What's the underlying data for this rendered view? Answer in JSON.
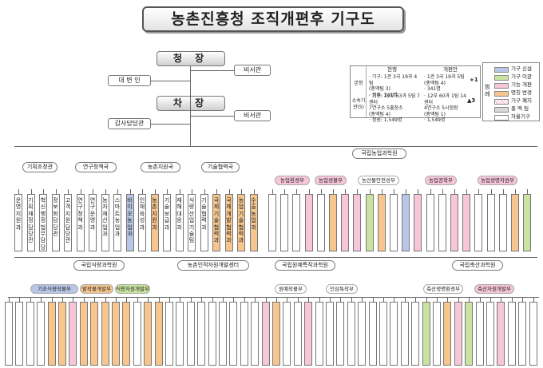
{
  "title": "농촌진흥청  조직개편후 기구도",
  "top": {
    "chief": "청  장",
    "deputy": "차  장",
    "spokesman": "대 변 인",
    "audit": "감사담당관",
    "secretary1": "비서관",
    "secretary2": "비서관"
  },
  "status_panel": {
    "header_now": "현행",
    "header_new": "개편안",
    "row1_label": "본청",
    "row2_label": "소속기관(5)",
    "now_r1": [
      "· 기구: 1관 3국 19과 4팀",
      "(총액팀 3)",
      "· 정원: 341명"
    ],
    "now_r2": [
      "· 기구: 12부 63과 5팀 7센터",
      "7연구소 5출장소",
      "(총액팀 4)",
      "· 정원: 1,549명"
    ],
    "new_r1": [
      "· 1관 3국 19과 5팀",
      "(총액팀 4)",
      "· 341명"
    ],
    "new_r2": [
      "· 12부 60과 1팀 14센터",
      "4연구소 5시험장",
      "(총액팀 1)",
      "· 1,549명"
    ],
    "delta1": "+1",
    "delta2": "▲3"
  },
  "legend": {
    "title": "범례",
    "items": [
      {
        "label": "기구 신설",
        "color": "#b9c6e8"
      },
      {
        "label": "기구 이관",
        "color": "#c9e3a1"
      },
      {
        "label": "기능 개편",
        "color": "#f7c6d9"
      },
      {
        "label": "명칭 변경",
        "color": "#f6c68e"
      },
      {
        "label": "기구 폐지",
        "color": "x"
      },
      {
        "label": "총 액 팀",
        "color": "#d8d8d8"
      },
      {
        "label": "자율기구",
        "color": "#ffffff"
      }
    ]
  },
  "hq": {
    "bureaus": [
      "기획조정관",
      "연구정책국",
      "농촌지원국",
      "기술협력국"
    ],
    "hq_units": [
      "운영지원과",
      "기획재정담당관",
      "혁신행정법무담당관",
      "정보화담당관",
      "고객지원담당관",
      "연구정책과",
      "연구운영과",
      "농자재산업과",
      "스마트농업과",
      "바이오농업과",
      "인재육성과",
      "농촌지원과",
      "기술보급과",
      "재해대응과",
      "식량산업기술팀",
      "기술협력과",
      "국제기술협력과",
      "국제개발협력과",
      "농업기술협력과",
      "수출농업과"
    ]
  },
  "academy": {
    "name": "국립농업과학원",
    "depts": [
      "농업환경부",
      "농업생물부",
      "농산물안전성부",
      "농업공학부",
      "농업생명자원부"
    ]
  },
  "lower_centers": {
    "food": "국립식량과학원",
    "training": "농촌인적자원개발센터",
    "horticulture": "국립원예특작과학원",
    "livestock": "국립축산과학원"
  },
  "food_depts": [
    "기초식량작물부",
    "밭작물개발부",
    "식용자원개발부"
  ],
  "hort_depts": [
    "원예작물부",
    "인삼특작부"
  ],
  "live_depts": [
    "축산생명환경부",
    "축산자원개발부"
  ]
}
